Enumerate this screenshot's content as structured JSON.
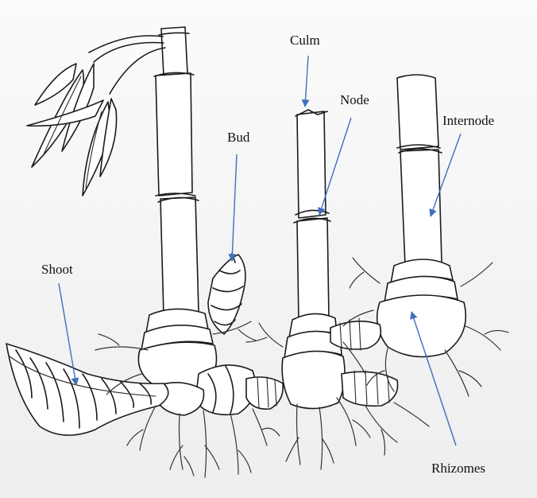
{
  "labels": {
    "culm": "Culm",
    "node": "Node",
    "internode": "Internode",
    "bud": "Bud",
    "shoot": "Shoot",
    "rhizomes": "Rhizomes"
  },
  "colors": {
    "arrow": "#3f6fbf",
    "ink": "#1b1b1b"
  }
}
